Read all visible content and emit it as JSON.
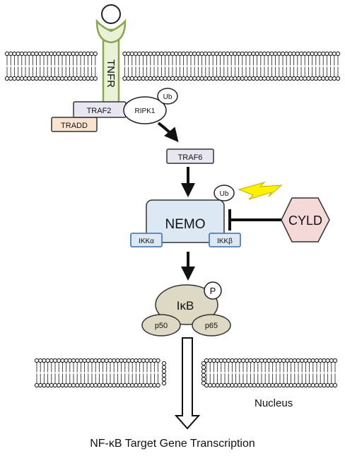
{
  "diagram": {
    "receptor": "TNFR",
    "adaptors": {
      "traf2": "TRAF2",
      "tradd": "TRADD",
      "ripk1": "RIPK1",
      "ubiquitin": "Ub",
      "traf6": "TRAF6"
    },
    "ikk_complex": {
      "nemo": "NEMO",
      "ikk_alpha": "IKKα",
      "ikk_beta": "IKKβ",
      "ubiquitin": "Ub"
    },
    "inhibitor": "CYLD",
    "ikb_complex": {
      "ikb": "IκB",
      "phospho": "P",
      "p50": "p50",
      "p65": "p65"
    },
    "nucleus_label": "Nucleus",
    "output_label": "NF-κB Target Gene Transcription"
  },
  "colors": {
    "receptor_fill": "#e9f2d6",
    "receptor_stroke": "#8aa653",
    "traf_fill": "#e8e6f0",
    "tradd_fill": "#fbe3d2",
    "nemo_fill": "#dce8f4",
    "ikk_stroke": "#4f7fb5",
    "cyld_fill": "#f5d9d9",
    "ikb_fill": "#ddd9c4",
    "lightning": "#fff200"
  }
}
